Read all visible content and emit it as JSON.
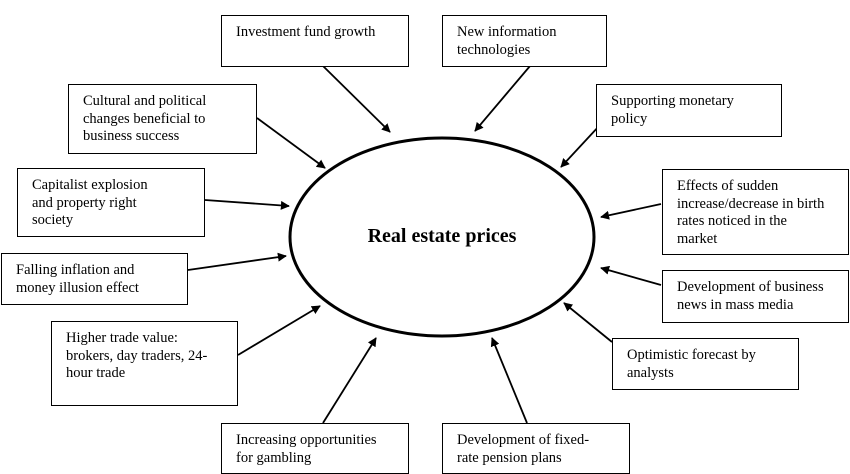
{
  "center": {
    "label": "Real estate prices"
  },
  "factors": [
    {
      "id": "investment-fund-growth",
      "text": "Investment fund growth"
    },
    {
      "id": "new-information-technologies",
      "text": "New information\ntechnologies"
    },
    {
      "id": "supporting-monetary-policy",
      "text": "Supporting monetary\npolicy"
    },
    {
      "id": "birth-rates",
      "text": "Effects of sudden\nincrease/decrease in birth\nrates noticed in the\nmarket"
    },
    {
      "id": "business-news",
      "text": "Development of business\nnews in mass media"
    },
    {
      "id": "optimistic-forecast",
      "text": "Optimistic forecast by\nanalysts"
    },
    {
      "id": "pension-plans",
      "text": "Development of fixed-\nrate pension plans"
    },
    {
      "id": "gambling",
      "text": "Increasing opportunities\nfor gambling"
    },
    {
      "id": "higher-trade-value",
      "text": "Higher trade value:\nbrokers, day traders, 24-\nhour trade"
    },
    {
      "id": "falling-inflation",
      "text": "Falling inflation and\nmoney illusion effect"
    },
    {
      "id": "capitalist-explosion",
      "text": "Capitalist explosion\nand property right\nsociety"
    },
    {
      "id": "cultural-political-changes",
      "text": "Cultural and political\nchanges beneficial to\nbusiness success"
    }
  ]
}
